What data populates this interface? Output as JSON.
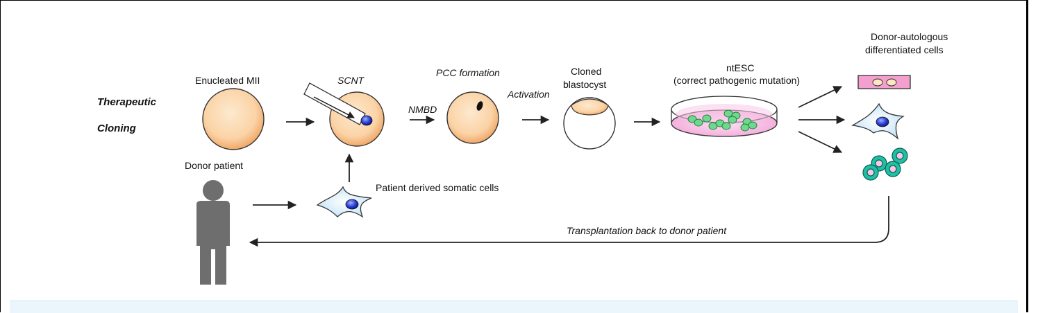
{
  "title": {
    "line1": "Therapeutic",
    "line2": "Cloning"
  },
  "labels": {
    "enucleated": "Enucleated MII",
    "scnt": "SCNT",
    "pcc": "PCC formation",
    "nmbd": "NMBD",
    "activation": "Activation",
    "cloned_1": "Cloned",
    "cloned_2": "blastocyst",
    "ntesc_1": "ntESC",
    "ntesc_2": "(correct pathogenic mutation)",
    "donor_auto_1": "Donor-autologous",
    "donor_auto_2": "differentiated cells",
    "donor_patient": "Donor patient",
    "somatic": "Patient derived somatic cells",
    "transplant": "Transplantation back to donor patient"
  },
  "colors": {
    "oocyte_fill": "#fbd3a6",
    "oocyte_fill_edge": "#f0a96a",
    "dish_fill": "#f7b8e3",
    "cell_green": "#6fd88e",
    "somatic_cell": "#cfe9f8",
    "nucleus_blue": "#2b3fd6",
    "rbc_pink": "#f58fc6",
    "stem_teal": "#1fbfa6",
    "person_gray": "#6e6e6e"
  }
}
